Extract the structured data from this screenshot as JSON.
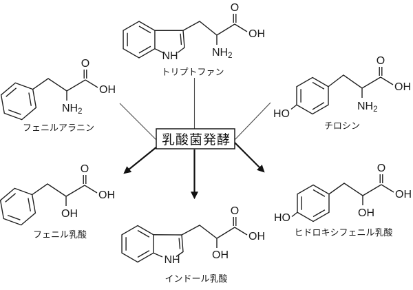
{
  "process_box": {
    "label": "乳酸菌発酵"
  },
  "molecules": {
    "tryptophan": {
      "name": "トリプトファン"
    },
    "phenylalanine": {
      "name": "フェニルアラニン"
    },
    "tyrosine": {
      "name": "チロシン"
    },
    "phenyl_lactic_acid": {
      "name": "フェニル乳酸"
    },
    "indole_lactic_acid": {
      "name": "インドール乳酸"
    },
    "hydroxyphenyl_lactic_acid": {
      "name": "ヒドロキシフェニル乳酸"
    }
  },
  "atom_labels": {
    "O": "O",
    "OH": "OH",
    "HO": "HO",
    "NH": "NH",
    "sub2": "2"
  },
  "colors": {
    "ink": "#1a1a1a",
    "background": "#ffffff"
  }
}
